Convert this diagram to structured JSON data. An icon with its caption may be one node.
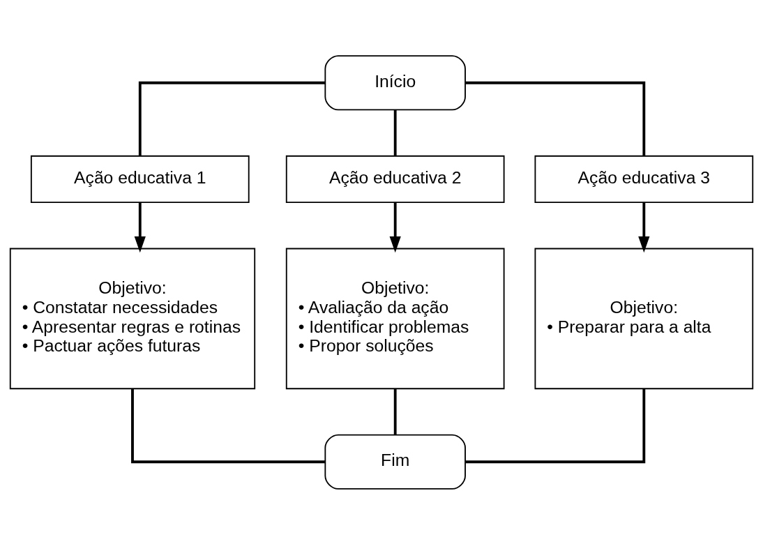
{
  "diagram": {
    "nodes": [
      {
        "text": [
          "Início"
        ]
      },
      {
        "text": [
          "Ação educativa 1"
        ]
      },
      {
        "text": [
          "Ação educativa 2"
        ]
      },
      {
        "text": [
          "Ação educativa 3"
        ]
      },
      {
        "text": [
          "Objetivo:",
          "• Constatar necessidades",
          "• Apresentar regras e rotinas",
          "• Pactuar ações futuras"
        ]
      },
      {
        "text": [
          "Objetivo:",
          "• Avaliação da ação",
          "• Identificar problemas",
          "• Propor soluções"
        ]
      },
      {
        "text": [
          "Objetivo:",
          "• Preparar para a alta"
        ]
      },
      {
        "text": [
          "Fim"
        ]
      }
    ],
    "edges": [
      {
        "from": 0,
        "to": 1,
        "arrow": "none"
      },
      {
        "from": 0,
        "to": 2,
        "arrow": "none"
      },
      {
        "from": 0,
        "to": 3,
        "arrow": "none"
      },
      {
        "from": 1,
        "to": 4,
        "arrow": "to"
      },
      {
        "from": 2,
        "to": 5,
        "arrow": "to"
      },
      {
        "from": 3,
        "to": 6,
        "arrow": "to"
      },
      {
        "from": 4,
        "to": 7,
        "arrow": "none"
      },
      {
        "from": 5,
        "to": 7,
        "arrow": "none"
      },
      {
        "from": 6,
        "to": 7,
        "arrow": "none"
      }
    ]
  }
}
